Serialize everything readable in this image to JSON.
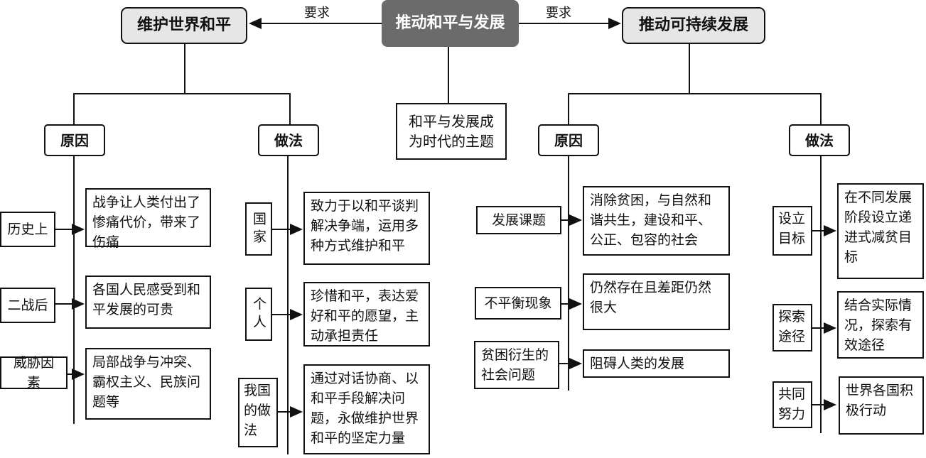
{
  "hub": "推动和平与发展",
  "require_left": "要求",
  "require_right": "要求",
  "theme": "和平与发展成为时代的主题",
  "peace": {
    "title": "维护世界和平",
    "reason": {
      "label": "原因",
      "items": [
        {
          "key": "历史上",
          "text": "战争让人类付出了惨痛代价，带来了伤痛"
        },
        {
          "key": "二战后",
          "text": "各国人民感受到和平发展的可贵"
        },
        {
          "key": "威胁因素",
          "text": "局部战争与冲突、霸权主义、民族问题等"
        }
      ]
    },
    "method": {
      "label": "做法",
      "items": [
        {
          "key": "国家",
          "text": "致力于以和平谈判解决争端，运用多种方式维护和平"
        },
        {
          "key": "个人",
          "text": "珍惜和平，表达爱好和平的愿望，主动承担责任"
        },
        {
          "key": "我国的做法",
          "text": "通过对话协商、以和平手段解决问题，永做维护世界和平的坚定力量"
        }
      ]
    }
  },
  "sustain": {
    "title": "推动可持续发展",
    "reason": {
      "label": "原因",
      "items": [
        {
          "key": "发展课题",
          "text": "消除贫困，与自然和谐共生，建设和平、公正、包容的社会"
        },
        {
          "key": "不平衡现象",
          "text": "仍然存在且差距仍然很大"
        },
        {
          "key": "贫困衍生的社会问题",
          "text": "阻碍人类的发展"
        }
      ]
    },
    "method": {
      "label": "做法",
      "items": [
        {
          "key": "设立目标",
          "text": "在不同发展阶段设立递进式减贫目标"
        },
        {
          "key": "探索途径",
          "text": "结合实际情况，探索有效途径"
        },
        {
          "key": "共同努力",
          "text": "世界各国积极行动"
        }
      ]
    }
  }
}
